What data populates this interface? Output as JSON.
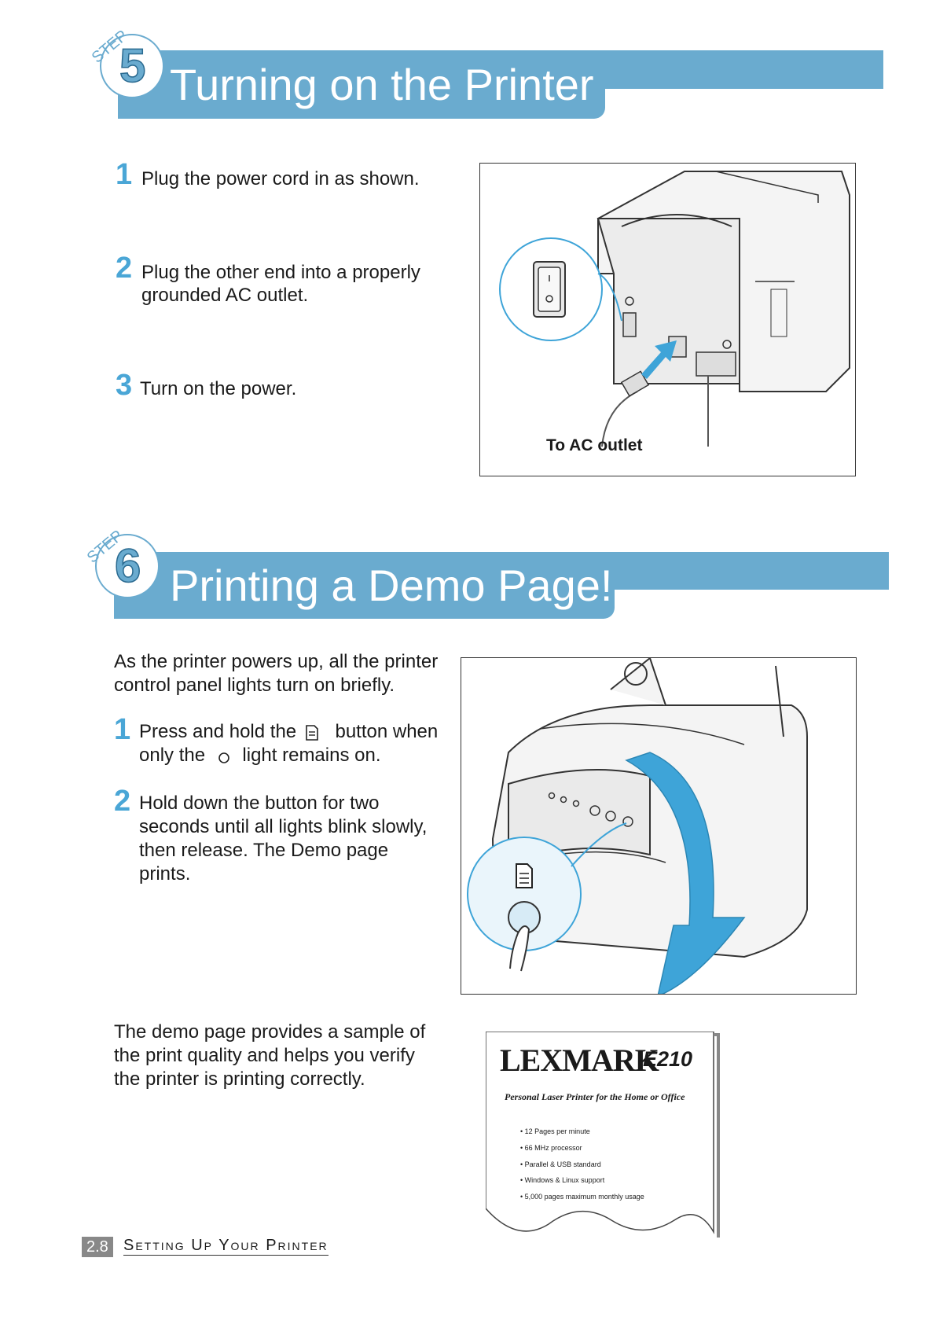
{
  "step5": {
    "badge_word": "STEP",
    "badge_number": "5",
    "title": "Turning on the Printer",
    "items": [
      {
        "num": "1",
        "text": "Plug the power cord in as shown."
      },
      {
        "num": "2",
        "text_line1": "Plug the other end into a properly",
        "text_line2": "grounded AC outlet."
      },
      {
        "num": "3",
        "text": "Turn on the power."
      }
    ],
    "figure_caption": "To AC outlet"
  },
  "step6": {
    "badge_word": "STEP",
    "badge_number": "6",
    "title": "Printing a Demo Page!",
    "intro_line1": "As the printer powers up, all the printer",
    "intro_line2": "control panel lights turn on briefly.",
    "item1": {
      "num": "1",
      "part1": "Press and hold the",
      "part2": "button when",
      "part3": "only the",
      "part4": "light remains on."
    },
    "item2": {
      "num": "2",
      "line1": "Hold down the button for two",
      "line2": "seconds until all lights blink slowly,",
      "line3": "then release. The Demo page",
      "line4": "prints."
    },
    "outro_line1": "The demo page provides a sample of",
    "outro_line2": "the print quality and helps you verify",
    "outro_line3": "the printer is printing correctly."
  },
  "demo_page": {
    "brand": "LEXMARK",
    "model": "E210",
    "tagline": "Personal Laser Printer for the Home or Office",
    "features": [
      "• 12 Pages per minute",
      "• 66 MHz processor",
      "• Parallel & USB standard",
      "• Windows & Linux support",
      "• 5,000 pages maximum monthly usage"
    ]
  },
  "footer": {
    "page_number": "2.8",
    "section_title": "Setting Up Your Printer"
  },
  "colors": {
    "accent": "#6aabcf",
    "step_number": "#4aa6d6",
    "callout": "#3ea4d8"
  },
  "icons": [
    "page-button-icon",
    "power-light-icon",
    "arrow-icon",
    "finger-icon"
  ]
}
